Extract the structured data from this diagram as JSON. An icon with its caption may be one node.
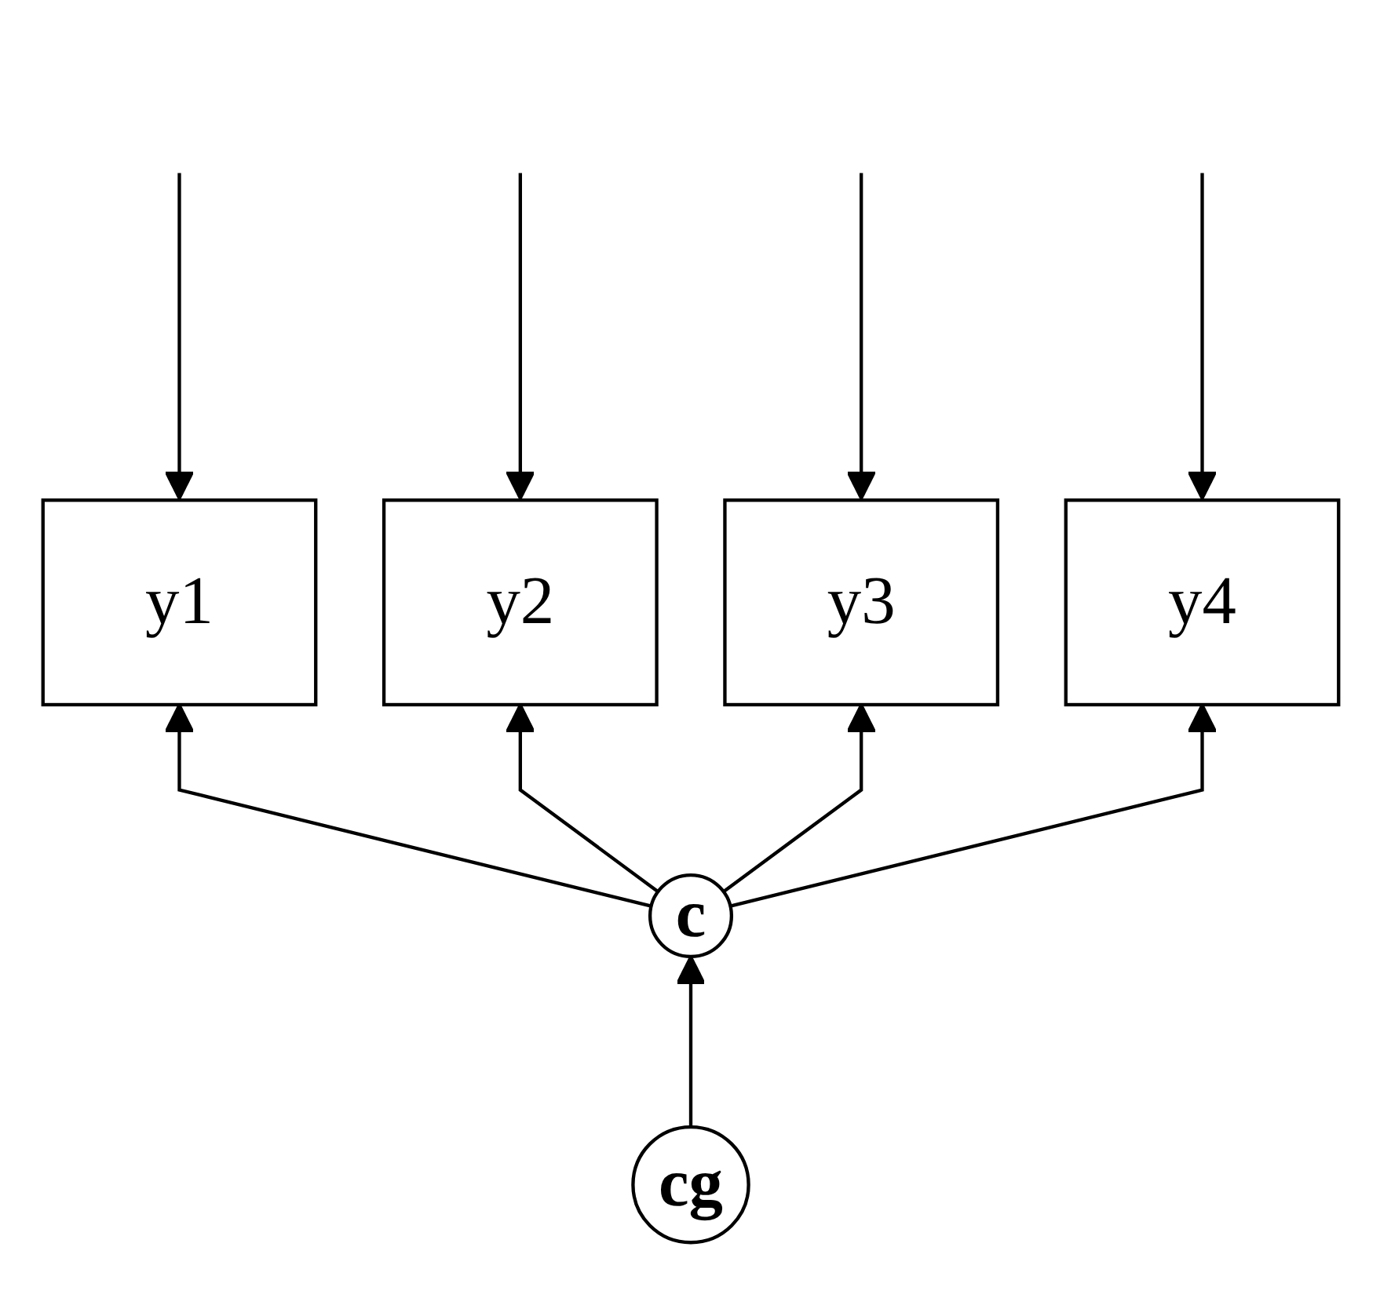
{
  "diagram": {
    "nodes": [
      {
        "text": [
          "y1"
        ]
      },
      {
        "text": [
          "y2"
        ]
      },
      {
        "text": [
          "y3"
        ]
      },
      {
        "text": [
          "y4"
        ]
      },
      {
        "text": [
          "cg"
        ]
      },
      {
        "text": [
          "c"
        ]
      }
    ],
    "edges": [
      {
        "from": null,
        "to": 0,
        "arrow": "to"
      },
      {
        "from": null,
        "to": 1,
        "arrow": "to"
      },
      {
        "from": null,
        "to": 2,
        "arrow": "to"
      },
      {
        "from": null,
        "to": 3,
        "arrow": "to"
      },
      {
        "from": 5,
        "to": 0,
        "arrow": "to"
      },
      {
        "from": 5,
        "to": 1,
        "arrow": "to"
      },
      {
        "from": 5,
        "to": 2,
        "arrow": "to"
      },
      {
        "from": 5,
        "to": 3,
        "arrow": "to"
      },
      {
        "from": 4,
        "to": 5,
        "arrow": "to"
      }
    ]
  }
}
